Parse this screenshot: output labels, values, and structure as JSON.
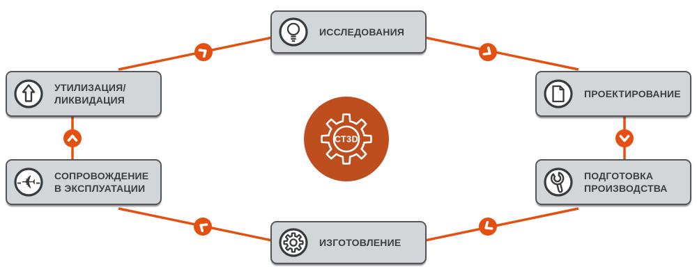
{
  "diagram": {
    "title": "product-lifecycle-cycle",
    "hub": {
      "label": "СТ3D",
      "circle_color": "#bf4e1f",
      "outline_color": "#ffffff"
    },
    "connector_color": "#e4500f",
    "node_style": {
      "fill": "#d3d6d8",
      "border": "#55565a",
      "text_color": "#3c3e41",
      "icon_color": "#3a3b3e"
    },
    "flow_direction": "clockwise",
    "nodes": [
      {
        "id": "research",
        "label": "ИССЛЕДОВАНИЯ",
        "icon": "lightbulb-icon",
        "position": "top"
      },
      {
        "id": "design",
        "label": "ПРОЕКТИРОВАНИЕ",
        "icon": "document-icon",
        "position": "right-top"
      },
      {
        "id": "production-preparation",
        "label": "ПОДГОТОВКА\nПРОИЗВОДСТВА",
        "icon": "wrench-icon",
        "position": "right-bottom"
      },
      {
        "id": "manufacturing",
        "label": "ИЗГОТОВЛЕНИЕ",
        "icon": "gear-icon",
        "position": "bottom"
      },
      {
        "id": "operation-support",
        "label": "СОПРОВОЖДЕНИЕ\nВ ЭКСПЛУАТАЦИИ",
        "icon": "airplane-icon",
        "position": "left-bottom"
      },
      {
        "id": "disposal",
        "label": "УТИЛИЗАЦИЯ/\nЛИКВИДАЦИЯ",
        "icon": "up-arrow-icon",
        "position": "left-top"
      }
    ]
  }
}
